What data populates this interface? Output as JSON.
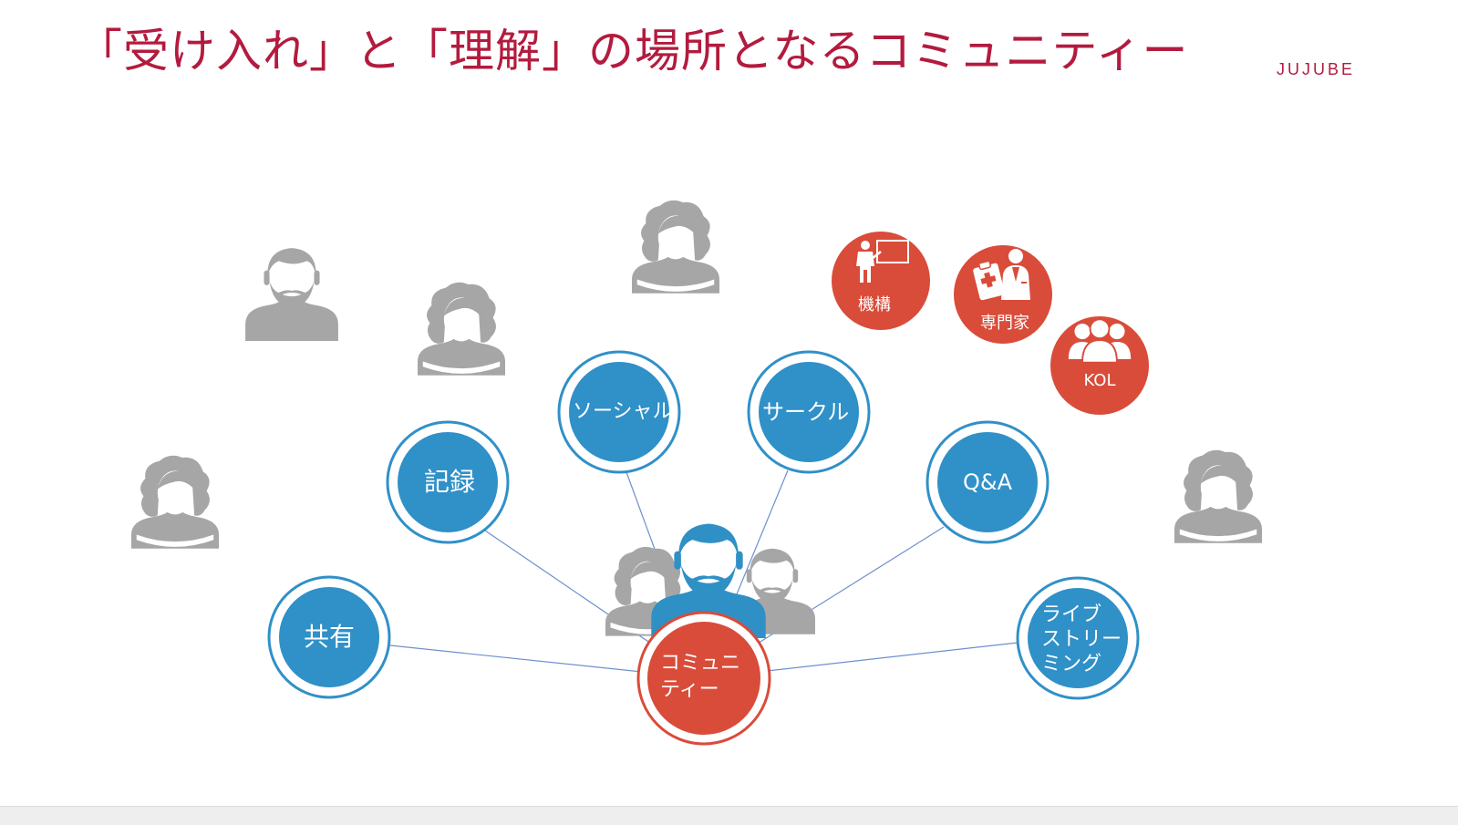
{
  "title": "「受け入れ」と「理解」の場所となるコミュニティー",
  "brand": "JUJUBE",
  "colors": {
    "title": "#b31b3e",
    "blue": "#3090c8",
    "red": "#d94c3a",
    "gray": "#a6a6a6",
    "line": "#6f8fcf"
  },
  "center": {
    "label_line1": "コミュニ",
    "label_line2": "ティー"
  },
  "features": {
    "share": "共有",
    "record": "記録",
    "social": "ソーシャル",
    "circle": "サークル",
    "qa": "Q&A",
    "live_line1": "ライブ",
    "live_line2": "ストリー",
    "live_line3": "ミング"
  },
  "stakeholders": {
    "institution": "機構",
    "expert": "専門家",
    "kol": "KOL"
  },
  "icons": {
    "user_male": "user-male-icon",
    "user_female": "user-female-icon",
    "presenter": "presenter-icon",
    "doctor": "doctor-icon",
    "group": "group-icon"
  }
}
